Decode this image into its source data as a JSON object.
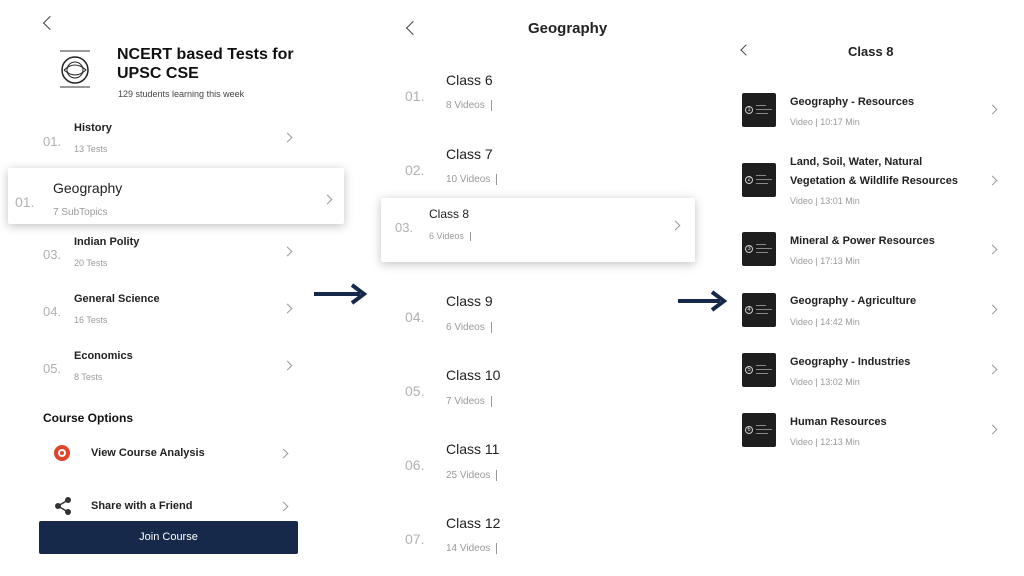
{
  "panel1": {
    "course_title_line1": "NCERT based Tests for",
    "course_title_line2": "UPSC CSE",
    "learners": "129 students learning this week",
    "subjects": [
      {
        "num": "01.",
        "name": "History",
        "meta": "13 Tests"
      },
      {
        "num": "01.",
        "name": "Geography",
        "meta": "7 SubTopics"
      },
      {
        "num": "03.",
        "name": "Indian Polity",
        "meta": "20 Tests"
      },
      {
        "num": "04.",
        "name": "General Science",
        "meta": "16 Tests"
      },
      {
        "num": "05.",
        "name": "Economics",
        "meta": "8 Tests"
      }
    ],
    "course_options_heading": "Course Options",
    "view_analysis": "View Course Analysis",
    "share": "Share with a Friend",
    "join_button": "Join Course"
  },
  "panel2": {
    "title": "Geography",
    "classes": [
      {
        "num": "01.",
        "name": "Class 6",
        "meta": "8 Videos"
      },
      {
        "num": "02.",
        "name": "Class 7",
        "meta": "10 Videos"
      },
      {
        "num": "03.",
        "name": "Class 8",
        "meta": "6 Videos"
      },
      {
        "num": "04.",
        "name": "Class 9",
        "meta": "6 Videos"
      },
      {
        "num": "05.",
        "name": "Class 10",
        "meta": "7 Videos"
      },
      {
        "num": "06.",
        "name": "Class 11",
        "meta": "25 Videos"
      },
      {
        "num": "07.",
        "name": "Class 12",
        "meta": "14 Videos"
      }
    ]
  },
  "panel3": {
    "title": "Class 8",
    "videos": [
      {
        "idx": "1",
        "line1": "Geography - Resources",
        "line2": "",
        "meta": "Video  |  10:17 Min"
      },
      {
        "idx": "2",
        "line1": "Land, Soil, Water, Natural",
        "line2": "Vegetation & Wildlife Resources",
        "meta": "Video  |  13:01 Min"
      },
      {
        "idx": "3",
        "line1": "Mineral & Power Resources",
        "line2": "",
        "meta": "Video  |  17:13 Min"
      },
      {
        "idx": "4",
        "line1": "Geography - Agriculture",
        "line2": "",
        "meta": "Video  |  14:42 Min"
      },
      {
        "idx": "5",
        "line1": "Geography - Industries",
        "line2": "",
        "meta": "Video  |  13:02 Min"
      },
      {
        "idx": "6",
        "line1": "Human Resources",
        "line2": "",
        "meta": "Video  |  12:13 Min"
      }
    ]
  },
  "colors": {
    "join_button_bg": "#16294a",
    "arrow": "#16294a",
    "analysis_icon": "#e0452c"
  },
  "icons": [
    "back-arrow-icon",
    "chevron-right-icon",
    "course-logo",
    "analysis-icon",
    "share-icon",
    "flow-arrow-icon"
  ]
}
